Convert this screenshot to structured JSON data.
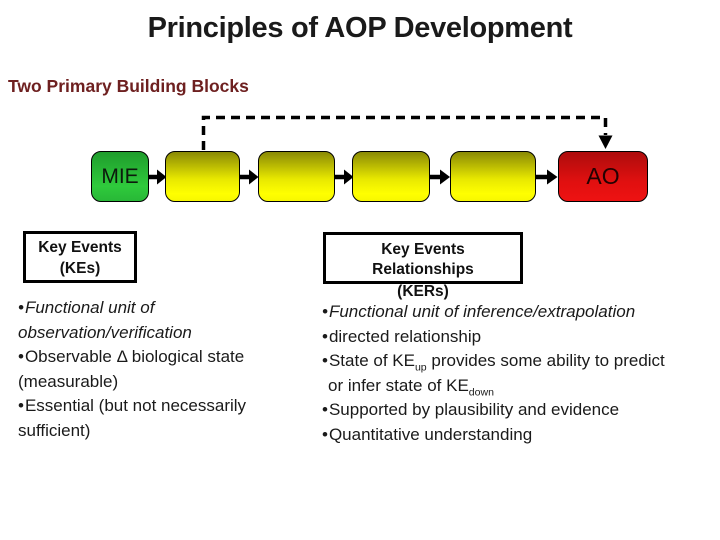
{
  "slide": {
    "title": "Principles of AOP Development",
    "subtitle": "Two Primary Building Blocks"
  },
  "glyphs": {
    "bullet": "•"
  },
  "flow": {
    "mie_label": "MIE",
    "ao_label": "AO",
    "unlabeled_key_event_boxes": 4,
    "colors": {
      "mie_green_top": "#1f9c2c",
      "mie_green_bottom": "#2fca3c",
      "ke_yellow_top": "#8a8a05",
      "ke_yellow_bottom": "#ffff00",
      "ao_red_top": "#ad0c0c",
      "ao_red_bottom": "#ee1212",
      "connector": "#000000",
      "subtitle_dark_red": "#6e2020"
    }
  },
  "ke_panel": {
    "header_line1": "Key Events",
    "header_line2": "(KEs)",
    "bullets": [
      "Functional unit of observation/verification",
      "Observable Δ biological state (measurable)",
      "Essential (but not necessarily sufficient)"
    ]
  },
  "ker_panel": {
    "header_line1": "Key Events",
    "header_line2": "Relationships",
    "header_line3": "(KERs)",
    "bullets": {
      "b1": "Functional unit of inference/extrapolation",
      "b2": "directed relationship",
      "b3_line1_text1": "State of KE",
      "b3_line1_sub": "up",
      "b3_line1_text2": " provides some ability to predict",
      "b3_line2_text1": "or infer state of KE",
      "b3_line2_sub": "down",
      "b4": "Supported by plausibility and evidence",
      "b5": "Quantitative understanding"
    }
  }
}
